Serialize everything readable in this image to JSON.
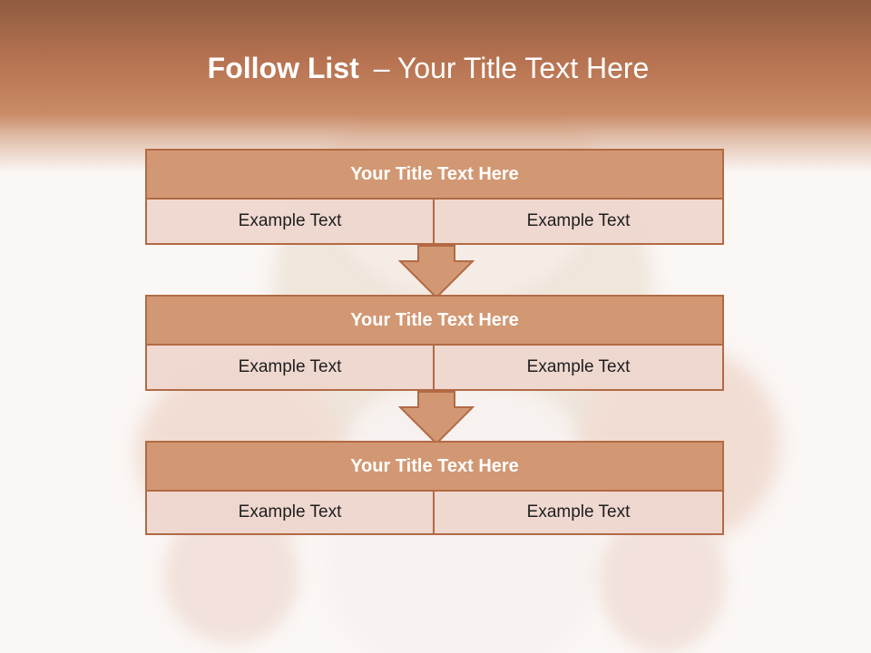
{
  "title": {
    "bold": "Follow List",
    "rest": "– Your Title Text Here"
  },
  "blocks": [
    {
      "title": "Your Title Text Here",
      "left": "Example Text",
      "right": "Example Text"
    },
    {
      "title": "Your Title Text Here",
      "left": "Example Text",
      "right": "Example Text"
    },
    {
      "title": "Your Title Text Here",
      "left": "Example Text",
      "right": "Example Text"
    }
  ],
  "colors": {
    "header_dark": "#8f5b3f",
    "header_light": "#c98a65",
    "box_fill": "#d29873",
    "box_border": "#b26a44",
    "cell_fill": "#eed6cd",
    "cell_text": "#1e1e1e"
  }
}
